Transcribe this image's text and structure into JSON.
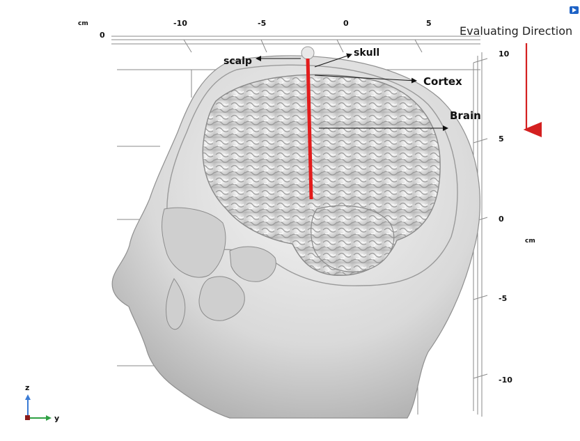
{
  "top_axis": {
    "unit": "cm",
    "zero_label": "0",
    "ticks": [
      "-10",
      "-5",
      "0",
      "5"
    ]
  },
  "right_axis": {
    "unit": "cm",
    "ticks": [
      "10",
      "5",
      "0",
      "-5",
      "-10"
    ]
  },
  "labels": {
    "scalp": "scalp",
    "skull": "skull",
    "cortex": "Cortex",
    "brain": "Brain"
  },
  "direction": {
    "text": "Evaluating Direction",
    "arrow_color": "#d42020"
  },
  "probe_color": "#e31c1c",
  "triad": {
    "z_label": "z",
    "y_label": "y",
    "z_color": "#3a7bd5",
    "y_color": "#2ea043"
  },
  "corner_icon": "app-logo-icon"
}
